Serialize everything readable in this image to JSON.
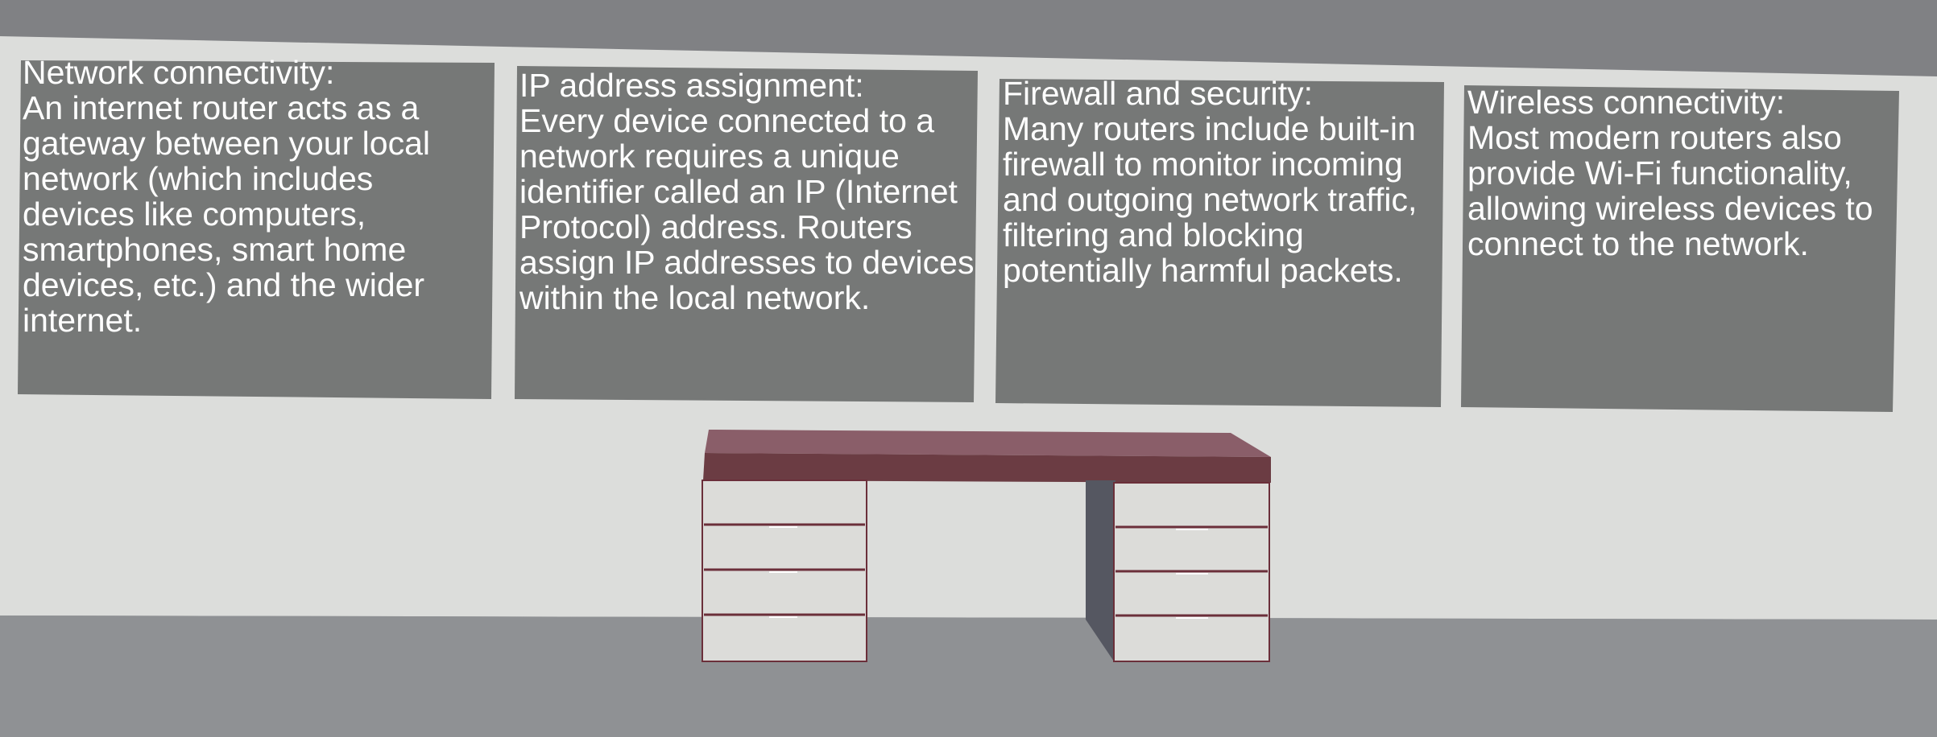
{
  "scene": {
    "colors": {
      "ceiling": "#808184",
      "wall": "#dcdddb",
      "floor": "#8f9194",
      "panel": "#767877",
      "desk_top": "#6b3c43",
      "desk_top_face": "#8a5e69",
      "drawer": "#dcdcd9",
      "drawer_edge": "#6b2f3a",
      "desk_leg": "#555761"
    }
  },
  "panels": [
    {
      "title": "Network connectivity:",
      "body": "An internet router acts as a gateway between your local network (which includes devices like computers, smartphones, smart home devices, etc.) and the wider internet."
    },
    {
      "title": "IP address assignment:",
      "body": "Every device connected to a network requires a unique identifier called an IP (Internet Protocol) address. Routers assign IP addresses to devices within the local network."
    },
    {
      "title": "Firewall and security:",
      "body": "Many routers include built-in firewall to monitor incoming and outgoing network traffic, filtering and blocking potentially harmful packets."
    },
    {
      "title": "Wireless connectivity:",
      "body": "Most modern routers also provide Wi-Fi functionality, allowing wireless devices to connect to the network."
    }
  ]
}
